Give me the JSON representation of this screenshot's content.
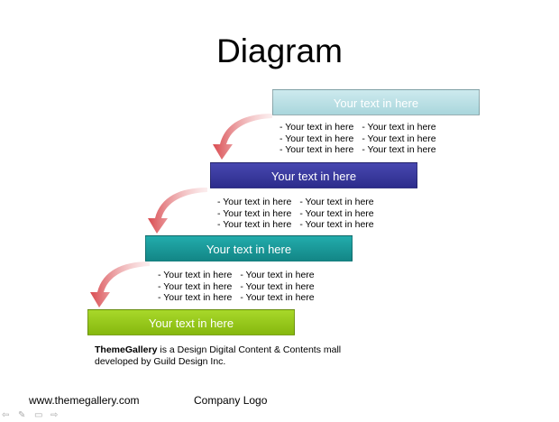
{
  "title": "Diagram",
  "steps": [
    {
      "label": "Your text  in here",
      "color": "#b9dfe3",
      "col1": [
        "- Your text in here",
        "- Your text in here",
        "- Your text in here"
      ],
      "col2": [
        "- Your text in here",
        "- Your text in here",
        "- Your text in here"
      ]
    },
    {
      "label": "Your text  in here",
      "color": "#3a3a9f",
      "col1": [
        "- Your text in here",
        "- Your text in here",
        "- Your text in here"
      ],
      "col2": [
        "- Your text in here",
        "- Your text in here",
        "- Your text in here"
      ]
    },
    {
      "label": "Your text  in here",
      "color": "#1a9a9a",
      "col1": [
        "- Your text in here",
        "- Your text in here",
        "- Your text in here"
      ],
      "col2": [
        "- Your text in here",
        "- Your text in here",
        "- Your text in here"
      ]
    },
    {
      "label": "Your text  in here",
      "color": "#99cc1a"
    }
  ],
  "footer": {
    "brand": "ThemeGallery",
    "description": " is a Design Digital Content & Contents mall developed by Guild Design Inc."
  },
  "website": "www.themegallery.com",
  "company_logo": "Company Logo",
  "arrow_color": "#d94a4f"
}
